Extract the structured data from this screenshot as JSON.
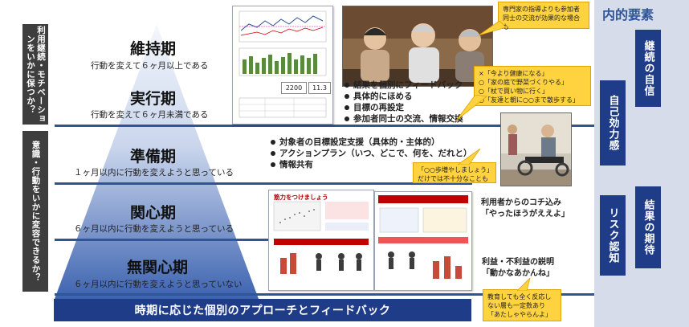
{
  "left_labels": {
    "top": "利用継続・モチベーションをいかに保つか？",
    "bottom": "意識・行動をいかに変容できるか？"
  },
  "stages": [
    {
      "title": "維持期",
      "desc": "行動を変えて６ヶ月以上である"
    },
    {
      "title": "実行期",
      "desc": "行動を変えて６ヶ月未満である"
    },
    {
      "title": "準備期",
      "desc": "１ヶ月以内に行動を変えようと思っている"
    },
    {
      "title": "関心期",
      "desc": "６ヶ月以内に行動を変えようと思っている"
    },
    {
      "title": "無関心期",
      "desc": "６ヶ月以内に行動を変えようと思っていない"
    }
  ],
  "maintain_bullets": [
    "結果を個別にフィードバック",
    "具体的にほめる",
    "目標の再設定",
    "参加者同士の交流、情報交換"
  ],
  "prep_bullets": [
    "対象者の目標設定支援（具体的・主体的）",
    "アクションプラン（いつ、どこで、何を、だれと）",
    "情報共有"
  ],
  "callouts": {
    "expert": "専門家の指導よりも参加者同士の交流が効果的な場合も",
    "goals": [
      "×「今より健康になる」",
      "○「家の庭で野菜づくりやる」",
      "○「杖で買い物に行く」",
      "○「友達と朝に○○まで散歩する」"
    ],
    "small_steps": "「○○歩増やしましょう」だけでは不十分なことも",
    "no_reaction": "教育しても全く反応しない層も一定数あり「あたしゃやらんよ」"
  },
  "notes": {
    "push": [
      "利用者からのコチ込み",
      "「やったほうがええよ」"
    ],
    "merits": [
      "利益・不利益の説明",
      "「動かなあかんね」"
    ]
  },
  "doc1": {
    "box1": "2200",
    "box2": "11.3"
  },
  "doc2": {
    "heading": "筋力をつけましょう"
  },
  "bottom_bar": "時期に応じた個別のアプローチとフィードバック",
  "right_panel": {
    "title": "内的要素",
    "boxes": [
      "継続の自信",
      "自己効力感",
      "結果の期待",
      "リスク認知"
    ]
  },
  "colors": {
    "navy": "#1f3c88",
    "blue_line": "#2f5597",
    "callout": "#ffd23f",
    "panel": "#d6dcea",
    "label_dark": "#3e3e3e"
  }
}
